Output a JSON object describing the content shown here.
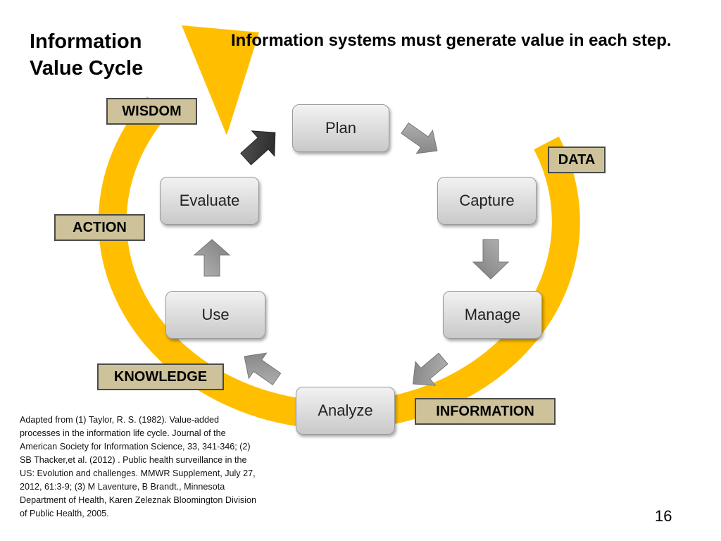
{
  "slide": {
    "title_line1": "Information",
    "title_line2": "Value Cycle",
    "headline": "Information systems must generate value in each step.",
    "page_number": "16"
  },
  "cycle_steps": [
    "Plan",
    "Capture",
    "Manage",
    "Analyze",
    "Use",
    "Evaluate"
  ],
  "value_tags": {
    "wisdom": "WISDOM",
    "data": "DATA",
    "action": "ACTION",
    "knowledge": "KNOWLEDGE",
    "information": "INFORMATION"
  },
  "citation": "Adapted from (1) Taylor, R. S. (1982). Value-added processes in the information life cycle. Journal of the American Society for Information Science, 33, 341-346; (2)  SB Thacker,et al. (2012) .  Public health surveillance  in the  US: Evolution and challenges. MMWR Supplement, July 27, 2012, 61:3-9; (3)  M Laventure, B Brandt., Minnesota Department of Health, Karen Zeleznak Bloomington Division of Public Health, 2005.",
  "colors": {
    "cycle_arrow": "#ffbf00",
    "tag_fill": "#cdc29a",
    "step_arrow": "#8c8c8c",
    "highlight_arrow": "#3a3a3a"
  }
}
